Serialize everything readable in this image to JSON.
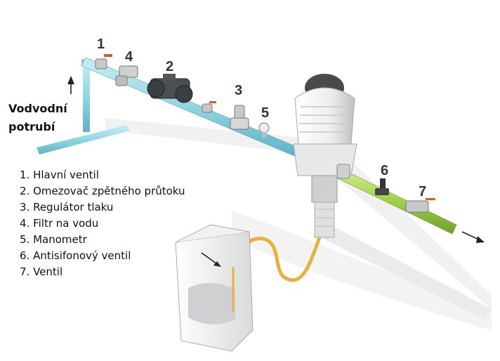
{
  "label": {
    "line1": "Vodvodní",
    "line2": "potrubí"
  },
  "callouts": [
    "1",
    "4",
    "2",
    "3",
    "5",
    "6",
    "7"
  ],
  "legend": [
    "1. Hlavní ventil",
    "2. Omezovač zpětného průtoku",
    "3. Regulátor tlaku",
    "4. Filtr na vodu",
    "5. Manometr",
    "6. Antisifonový ventil",
    "7. Ventil"
  ],
  "colors": {
    "pipe_in": "#8fd6e3",
    "pipe_out": "#9fd04a",
    "hose": "#e8b23a",
    "valve_handle": "#e05a1e",
    "dosing_pump": "#f1f1f1"
  }
}
